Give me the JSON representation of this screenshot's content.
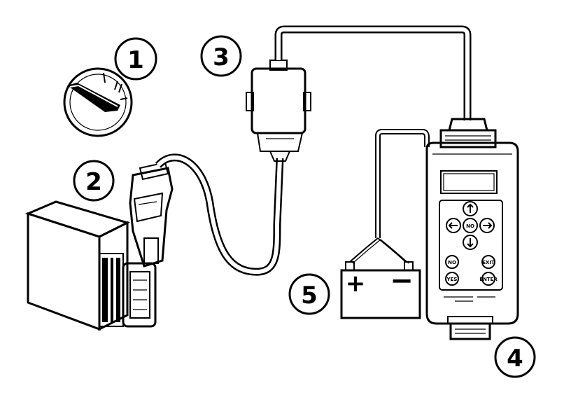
{
  "callouts": [
    {
      "id": "1",
      "label": "1"
    },
    {
      "id": "2",
      "label": "2"
    },
    {
      "id": "3",
      "label": "3"
    },
    {
      "id": "4",
      "label": "4"
    },
    {
      "id": "5",
      "label": "5"
    }
  ],
  "battery": {
    "plus": "+",
    "minus": "−"
  },
  "tester_keys": [
    "NO",
    "YES",
    "EXIT",
    "ENTER"
  ]
}
